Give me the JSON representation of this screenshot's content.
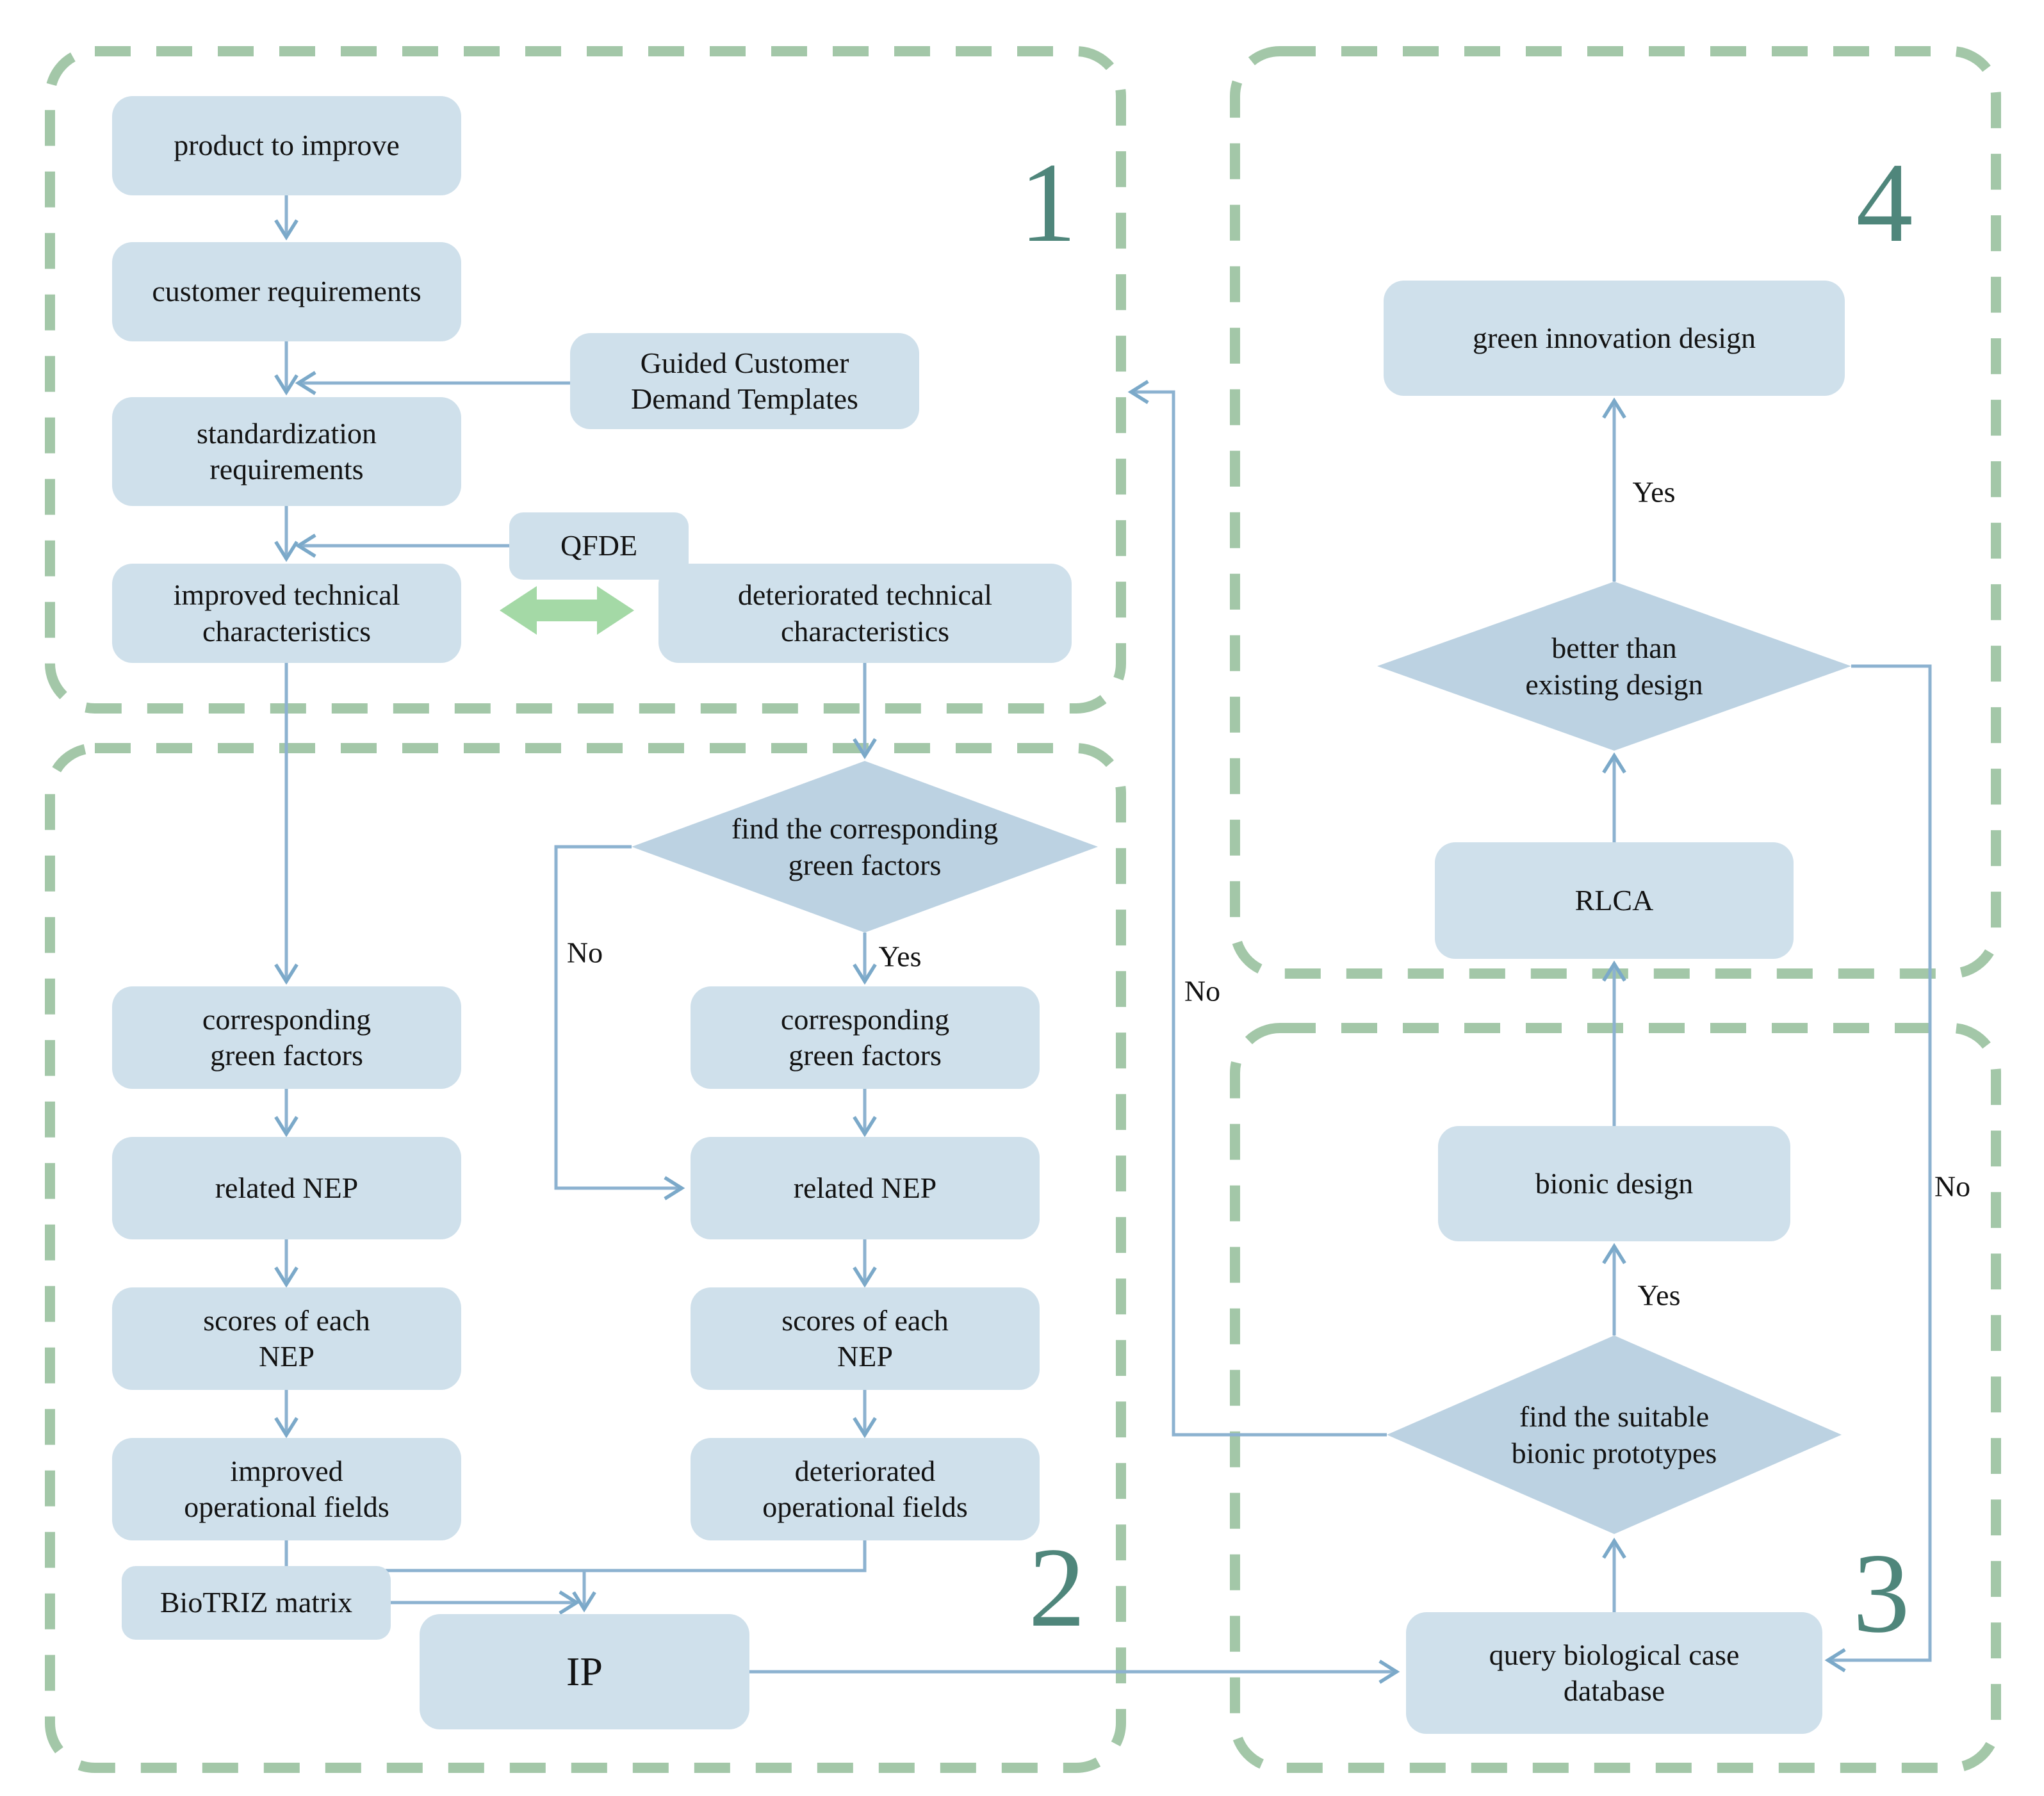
{
  "diagram": {
    "colors": {
      "box_fill": "#cfe0eb",
      "diamond_fill": "#bcd2e2",
      "line_blue": "#8cb2d0",
      "border_green": "#a3c7a8",
      "green_double": "#a4d9a6",
      "num_teal": "#4f867b"
    },
    "sections": {
      "s1": "1",
      "s2": "2",
      "s3": "3",
      "s4": "4"
    },
    "nodes": {
      "product": "product to improve",
      "customer": "customer requirements",
      "guided": "Guided Customer\nDemand Templates",
      "standardization": "standardization\nrequirements",
      "qfde": "QFDE",
      "improved_tech": "improved technical\ncharacteristics",
      "deteriorated_tech": "deteriorated technical\ncharacteristics",
      "find_green_factors": "find the corresponding\ngreen factors",
      "corr_green_left": "corresponding\ngreen factors",
      "related_nep_left": "related NEP",
      "scores_left": "scores of each\nNEP",
      "improved_op": "improved\noperational fields",
      "corr_green_right": "corresponding\ngreen factors",
      "related_nep_right": "related NEP",
      "scores_right": "scores of each\nNEP",
      "deteriorated_op": "deteriorated\noperational fields",
      "biotriz": "BioTRIZ matrix",
      "ip": "IP",
      "query_db": "query biological case\ndatabase",
      "find_bionic": "find the suitable\nbionic prototypes",
      "bionic_design": "bionic design",
      "rlca": "RLCA",
      "better_than": "better than\nexisting design",
      "green_innovation": "green innovation design"
    },
    "edge_labels": {
      "yes_green": "Yes",
      "no_green": "No",
      "yes_bionic": "Yes",
      "no_bionic": "No",
      "yes_better": "Yes",
      "no_better": "No"
    }
  }
}
